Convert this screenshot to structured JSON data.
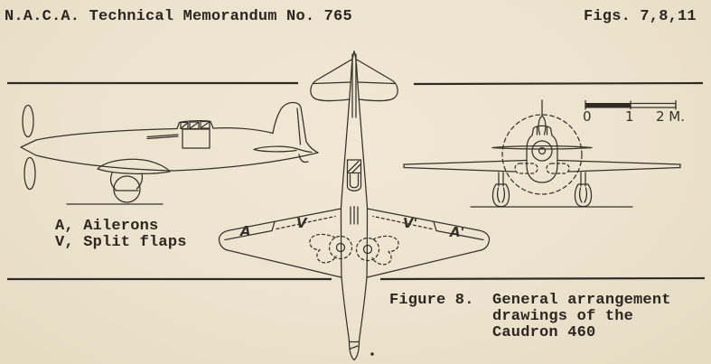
{
  "colors": {
    "paper": "#ece3ce",
    "ink": "#35302a"
  },
  "header": {
    "left": "N.A.C.A. Technical Memorandum No. 765",
    "right": "Figs. 7,8,11"
  },
  "legend": {
    "line1": "A, Ailerons",
    "line2": "V, Split flaps"
  },
  "caption": {
    "label": "Figure 8.",
    "line1": "General arrangement",
    "line2": "drawings of the",
    "line3": "Caudron 460"
  },
  "plan_labels": {
    "left_aileron": "A",
    "left_flap": "V",
    "right_flap": "V'",
    "right_aileron": "A'"
  },
  "scale": {
    "tick0": "0",
    "tick1": "1",
    "tick2": "2 M."
  }
}
